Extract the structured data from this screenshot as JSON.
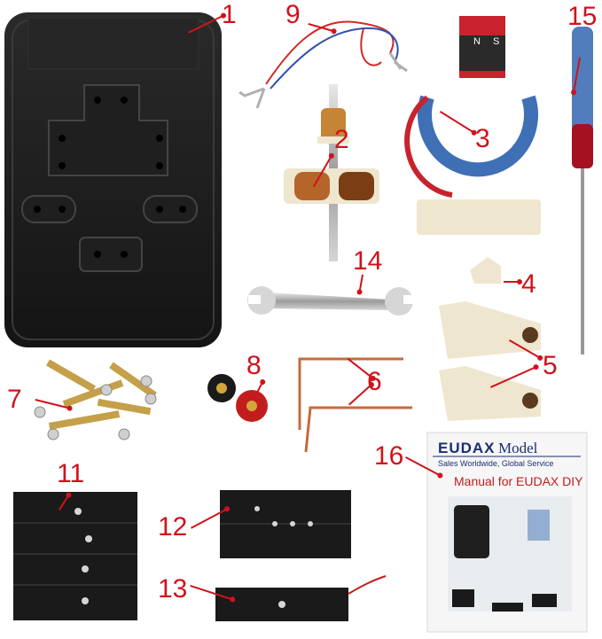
{
  "labels": [
    "1",
    "2",
    "3",
    "4",
    "5",
    "6",
    "7",
    "8",
    "9",
    "11",
    "12",
    "13",
    "14",
    "15",
    "16"
  ],
  "manual": {
    "brand": "EUDAX",
    "model": "Model",
    "tagline": "Sales Worldwide, Global Service",
    "title": "Manual for EUDAX DIY"
  },
  "magnet": {
    "north": "N",
    "south": "S"
  },
  "colors": {
    "label_red": "#d0121b",
    "magnet_red": "#c8232d",
    "magnet_blue": "#3f6fb5",
    "copper": "#b5652a",
    "base_black": "#1c1c1c",
    "plastic_cream": "#efe6cf"
  }
}
